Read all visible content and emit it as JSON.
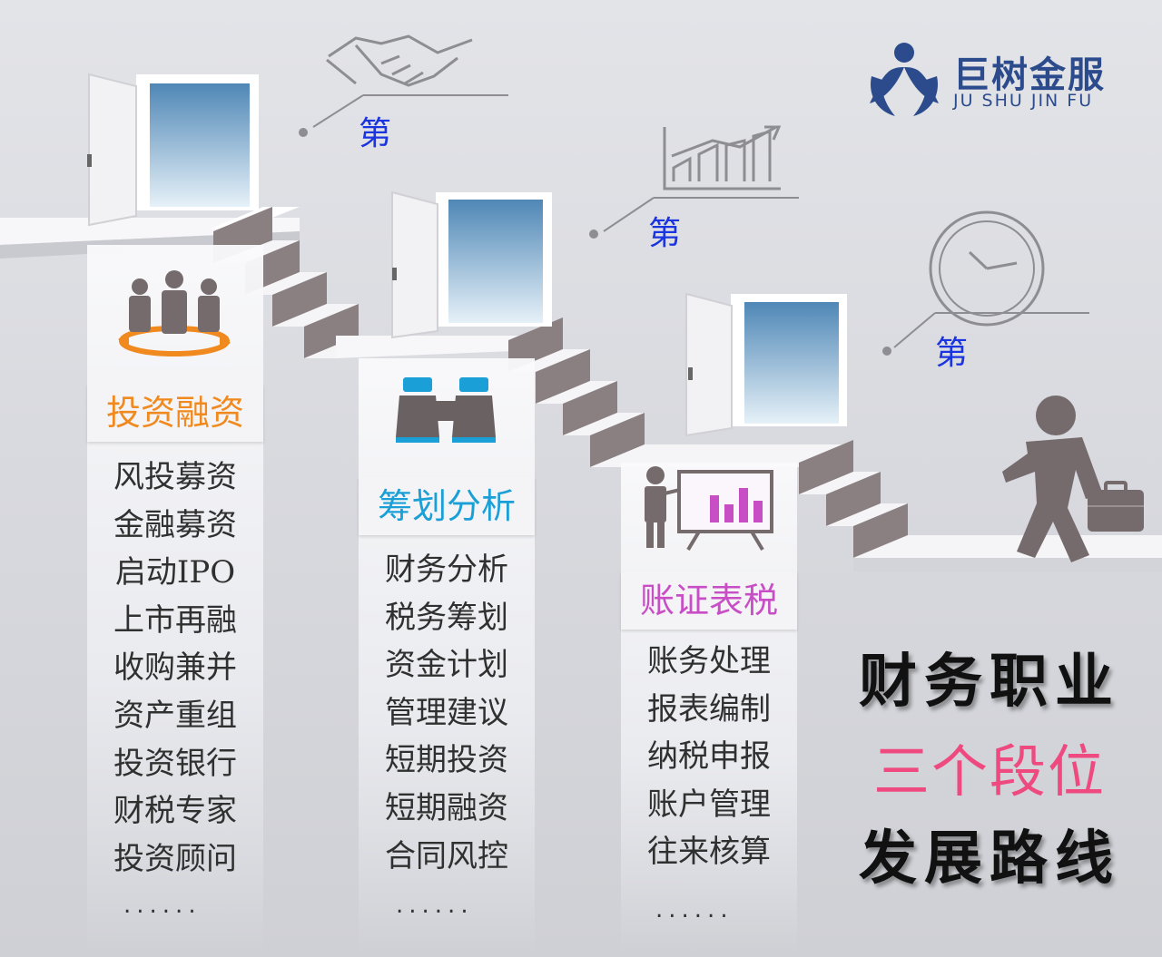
{
  "logo": {
    "name": "巨树金服",
    "pinyin": "JU SHU JIN FU",
    "color": "#2c4b8c"
  },
  "stages": [
    {
      "label": "第"
    },
    {
      "label": "第"
    },
    {
      "label": "第"
    }
  ],
  "columns": [
    {
      "title": "投资融资",
      "title_color": "#f08a1e",
      "items": [
        "风投募资",
        "金融募资",
        "启动IPO",
        "上市再融",
        "收购兼并",
        "资产重组",
        "投资银行",
        "财税专家",
        "投资顾问"
      ],
      "more": "......",
      "icon": "business-team-icon"
    },
    {
      "title": "筹划分析",
      "title_color": "#1a9fd6",
      "items": [
        "财务分析",
        "税务筹划",
        "资金计划",
        "管理建议",
        "短期投资",
        "短期融资",
        "合同风控"
      ],
      "more": "......",
      "icon": "binoculars-icon"
    },
    {
      "title": "账证表税",
      "title_color": "#c84ec6",
      "items": [
        "账务处理",
        "报表编制",
        "纳税申报",
        "账户管理",
        "往来核算"
      ],
      "more": "......",
      "icon": "presentation-chart-icon"
    }
  ],
  "headline": {
    "line1": "财务职业",
    "line2": "三个段位",
    "line3": "发展路线",
    "accent_color": "#ef4a80"
  },
  "icons": [
    "handshake-icon",
    "growth-chart-icon",
    "clock-icon",
    "door-icon",
    "walking-businessman-icon",
    "briefcase-icon"
  ]
}
